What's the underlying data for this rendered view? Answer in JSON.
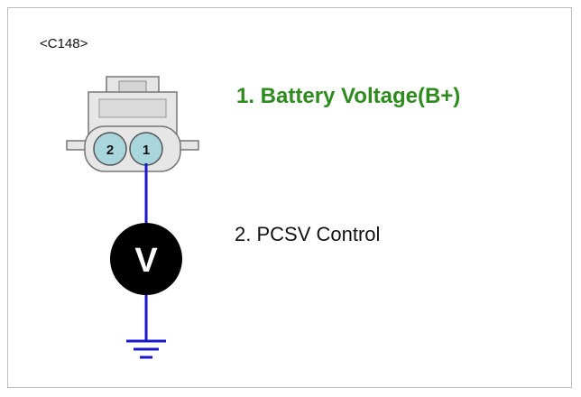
{
  "connector": {
    "id": "<C148>"
  },
  "pins": [
    {
      "number": "2",
      "label": "2. PCSV Control",
      "color": "#111111"
    },
    {
      "number": "1",
      "label": "1. Battery Voltage(B+)",
      "color": "#2e8b1e"
    }
  ],
  "meter": {
    "symbol": "V",
    "icon": "voltmeter-icon"
  },
  "colors": {
    "wire": "#1a1acc",
    "terminal_fill": "#a9d6dc",
    "housing_fill": "#e6e6e6",
    "pin1_label": "#2e8b1e"
  }
}
